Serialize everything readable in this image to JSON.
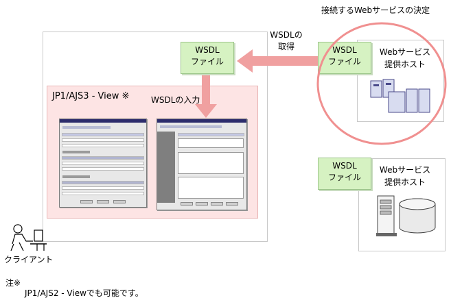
{
  "decision_label": "接続するWebサービスの決定",
  "wsdl_fetch_label": [
    "WSDLの",
    "取得"
  ],
  "wsdl_input_label": "WSDLの入力",
  "view_title": "JP1/AJS3 - View ※",
  "wsdl_file": [
    "WSDL",
    "ファイル"
  ],
  "host_label": [
    "Webサービス",
    "提供ホスト"
  ],
  "client_label": "クライアント",
  "note_mark": "注※",
  "note_text": "JP1/AJS2 - Viewでも可能です。",
  "colors": {
    "arrow": "#f0a0a0",
    "circle": "#f09090",
    "wsdl_fill": "#d6f2c2",
    "view_fill": "#fde4e4"
  }
}
